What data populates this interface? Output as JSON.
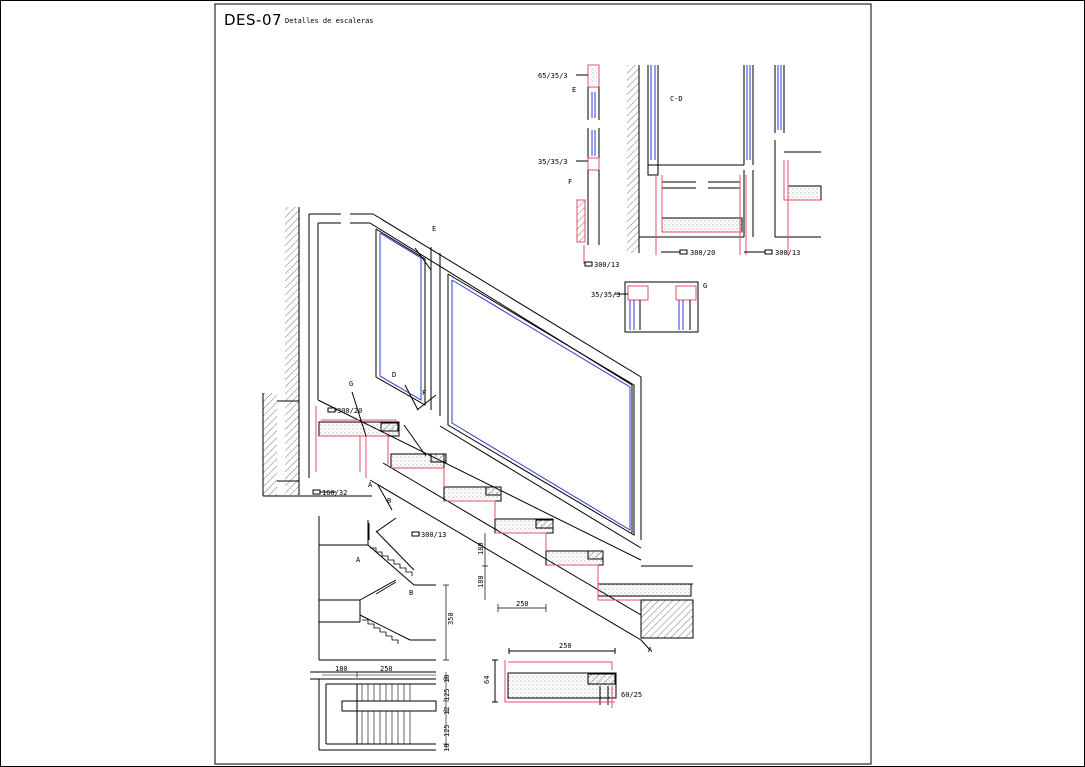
{
  "sheet": {
    "code": "DES-07",
    "title": "Detalles de escaleras"
  },
  "labels": {
    "section_e_top": "E",
    "section_e": "E",
    "section_f_top": "F",
    "section_f": "F",
    "section_d": "D",
    "section_g": "G",
    "section_g_detail": "G",
    "section_cd": "C-D",
    "section_a_bottom": "A",
    "section_a_plan": "A",
    "section_b": "B",
    "section_b_plan": "B",
    "section_a_lower": "A"
  },
  "callouts": {
    "tube_top": "65/35/3",
    "tube_mid": "35/35/3",
    "tube_g": "35/35/3",
    "plate_300_13_top": "300/13",
    "plate_300_20_top": "300/20",
    "plate_300_13_right": "300/13",
    "plate_300_20_mid": "300/20",
    "plate_160_32": "160/32",
    "plate_300_13_stair": "300/13",
    "angle_60_25": "60/25"
  },
  "dimensions": {
    "riser_1": "180",
    "riser_2": "180",
    "tread": "250",
    "tread_detail": "250",
    "step_thickness": "64",
    "height_plan": "350",
    "plan_180": "180",
    "plan_250": "250",
    "plan_10_a": "10",
    "plan_125_a": "125",
    "plan_12": "12",
    "plan_125_b": "125",
    "plan_10_b": "10"
  },
  "colors": {
    "line": "#000000",
    "steel": "#e0506a",
    "glass": "#2e3bd6",
    "hatch": "#555555"
  }
}
